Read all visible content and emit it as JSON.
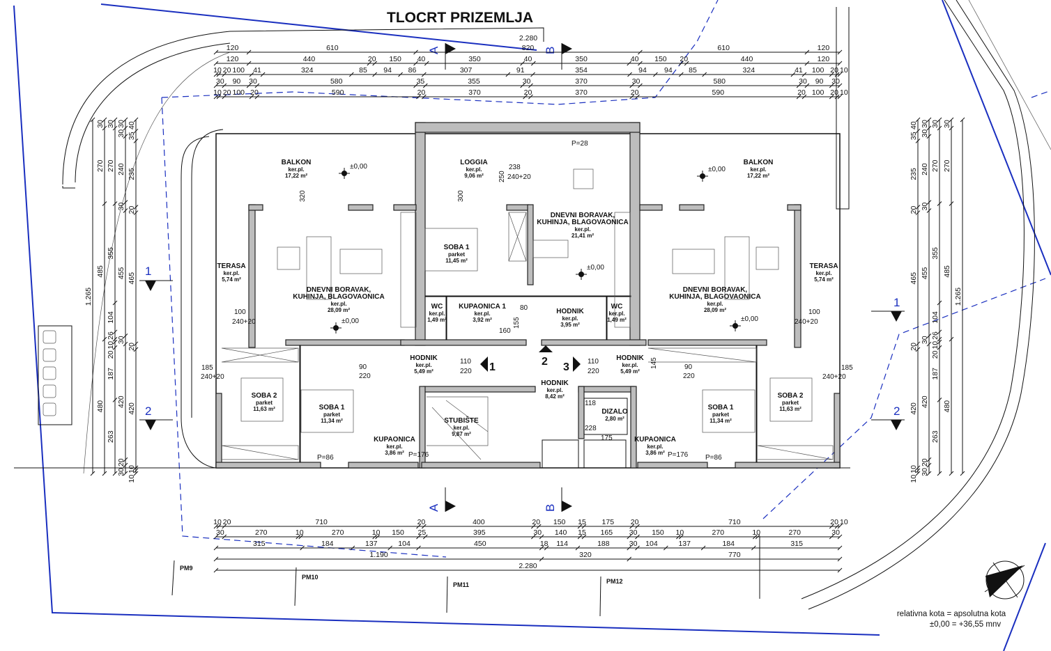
{
  "title": "TLOCRT PRIZEMLJA",
  "overall_length_label": "2.280",
  "rooms": [
    {
      "name": "BALKON",
      "floor": "ker.pl.",
      "area": "17,22 m²"
    },
    {
      "name": "LOGGIA",
      "floor": "ker.pl.",
      "area": "9,06 m²"
    },
    {
      "name": "BALKON",
      "floor": "ker.pl.",
      "area": "17,22 m²"
    },
    {
      "name": "TERASA",
      "floor": "ker.pl.",
      "area": "5,74 m²"
    },
    {
      "name": "TERASA",
      "floor": "ker.pl.",
      "area": "5,74 m²"
    },
    {
      "name": "DNEVNI BORAVAK,",
      "name2": "KUHINJA, BLAGOVAONICA",
      "floor": "ker.pl.",
      "area": "28,09 m²"
    },
    {
      "name": "DNEVNI BORAVAK,",
      "name2": "KUHINJA, BLAGOVAONICA",
      "floor": "ker.pl.",
      "area": "21,41 m²"
    },
    {
      "name": "DNEVNI BORAVAK,",
      "name2": "KUHINJA, BLAGOVAONICA",
      "floor": "ker.pl.",
      "area": "28,09 m²"
    },
    {
      "name": "SOBA 1",
      "floor": "parket",
      "area": "11,45 m²"
    },
    {
      "name": "WC",
      "floor": "ker.pl.",
      "area": "1,49 m²"
    },
    {
      "name": "KUPAONICA 1",
      "floor": "ker.pl.",
      "area": "3,92 m²"
    },
    {
      "name": "HODNIK",
      "floor": "ker.pl.",
      "area": "3,95 m²"
    },
    {
      "name": "WC",
      "floor": "ker.pl.",
      "area": "1,49 m²"
    },
    {
      "name": "HODNIK",
      "floor": "ker.pl.",
      "area": "5,49 m²"
    },
    {
      "name": "HODNIK",
      "floor": "ker.pl.",
      "area": "8,42 m²"
    },
    {
      "name": "HODNIK",
      "floor": "ker.pl.",
      "area": "5,49 m²"
    },
    {
      "name": "SOBA 2",
      "floor": "parket",
      "area": "11,63 m²"
    },
    {
      "name": "SOBA 1",
      "floor": "parket",
      "area": "11,34 m²"
    },
    {
      "name": "STUBIŠTE",
      "floor": "ker.pl.",
      "area": "9,87 m²"
    },
    {
      "name": "DIZALO",
      "floor": "",
      "area": "2,80 m²"
    },
    {
      "name": "SOBA 1",
      "floor": "parket",
      "area": "11,34 m²"
    },
    {
      "name": "SOBA 2",
      "floor": "parket",
      "area": "11,63 m²"
    },
    {
      "name": "KUPAONICA",
      "floor": "ker.pl.",
      "area": "3,86 m²"
    },
    {
      "name": "KUPAONICA",
      "floor": "ker.pl.",
      "area": "3,86 m²"
    }
  ],
  "elevation_mark": "±0,00",
  "sections": {
    "a": "A",
    "b": "B",
    "one": "1",
    "two": "2"
  },
  "stair_arrows": [
    "1",
    "2",
    "3"
  ],
  "annotations": [
    "240+20",
    "320",
    "300",
    "250",
    "238",
    "P=28",
    "P=86",
    "P=176",
    "100",
    "185",
    "90",
    "220",
    "110",
    "118",
    "228",
    "175",
    "160",
    "155",
    "80",
    "145"
  ],
  "survey_points": [
    "PM9",
    "PM10",
    "PM11",
    "PM12"
  ],
  "notes": {
    "line1": "relativna kota = apsolutna kota",
    "line2": "±0,00 = +36,55 mnv"
  },
  "dims": {
    "top": [
      [
        120,
        610,
        820,
        610,
        120
      ],
      [
        120,
        440,
        20,
        150,
        40,
        350,
        40,
        350,
        40,
        150,
        20,
        440,
        120
      ],
      [
        10,
        20,
        100,
        41,
        324,
        85,
        94,
        86,
        307,
        91,
        354,
        94,
        94,
        85,
        324,
        41,
        100,
        20,
        10
      ],
      [
        30,
        90,
        30,
        580,
        35,
        355,
        30,
        370,
        30,
        580,
        30,
        90,
        30
      ],
      [
        10,
        20,
        100,
        20,
        590,
        20,
        370,
        20,
        370,
        20,
        590,
        20,
        100,
        20,
        10
      ]
    ],
    "bottom": [
      [
        10,
        20,
        710,
        20,
        400,
        20,
        150,
        15,
        175,
        20,
        710,
        20,
        10
      ],
      [
        30,
        270,
        10,
        270,
        10,
        150,
        25,
        395,
        30,
        140,
        15,
        165,
        30,
        150,
        10,
        270,
        10,
        270,
        30
      ],
      [
        315,
        184,
        137,
        104,
        450,
        18,
        114,
        188,
        30,
        104,
        137,
        184,
        315
      ],
      [
        1190,
        320,
        770
      ],
      [
        2280
      ]
    ],
    "side": [
      [
        1265
      ],
      [
        30,
        270,
        485,
        480
      ],
      [
        30,
        270,
        355,
        104,
        26,
        10,
        20,
        187,
        263
      ],
      [
        30,
        30,
        240,
        30,
        455,
        30,
        420,
        20,
        30
      ],
      [
        40,
        35,
        235,
        20,
        465,
        20,
        420,
        10,
        10
      ]
    ],
    "thousands_labels": {
      "1265": "1.265",
      "1190": "1.190",
      "2280": "2.280"
    }
  }
}
